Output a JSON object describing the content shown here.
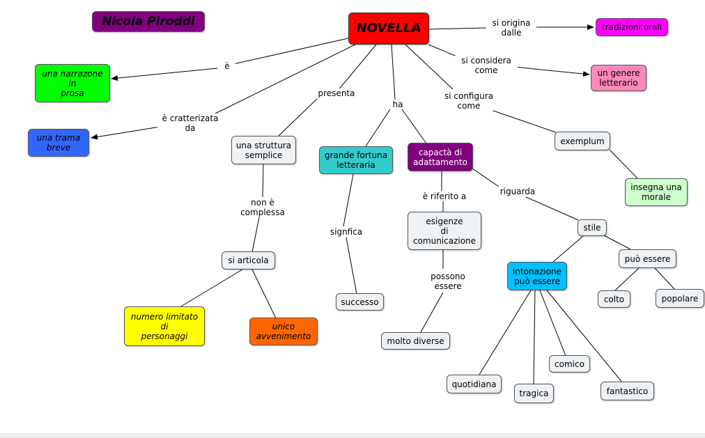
{
  "nodes": {
    "author": {
      "text": "Nicola Piroddi",
      "bg": "#800080"
    },
    "novella": {
      "text": "NOVELLA",
      "bg": "#ff0000"
    },
    "tradizioni": {
      "text": "tradizioni orali",
      "bg": "#ff00ff"
    },
    "genere": {
      "text": "un genere\nletterario",
      "bg": "#ff88bb"
    },
    "narrazione": {
      "text": "una narrazone\nin\nprosa",
      "bg": "#00ff00"
    },
    "trama": {
      "text": "una trama\nbreve",
      "bg": "#3366ff"
    },
    "struttura": {
      "text": "una struttura\nsemplice",
      "bg": "#eef2f5"
    },
    "fortuna": {
      "text": "grande fortuna\nletteraria",
      "bg": "#33cccc"
    },
    "capacita": {
      "text": "capactà di\nadattamento",
      "bg": "#800080"
    },
    "exemplum": {
      "text": "exemplum",
      "bg": "#eef2f5"
    },
    "insegna": {
      "text": "insegna una\nmorale",
      "bg": "#ccffcc"
    },
    "articola": {
      "text": "si articola",
      "bg": "#eef2f5"
    },
    "numero": {
      "text": "numero limitato\ndi\npersonaggi",
      "bg": "#ffff00"
    },
    "unico": {
      "text": "unico\navvenimento",
      "bg": "#ff6600"
    },
    "successo": {
      "text": "successo",
      "bg": "#eef2f5"
    },
    "esigenze": {
      "text": "esigenze\ndi\ncomunicazione",
      "bg": "#eef2f5"
    },
    "molto": {
      "text": "molto diverse",
      "bg": "#eef2f5"
    },
    "stile": {
      "text": "stile",
      "bg": "#eef2f5"
    },
    "intonazione": {
      "text": "intonazione\npuò essere",
      "bg": "#00bfff"
    },
    "puo": {
      "text": "può essere",
      "bg": "#eef2f5"
    },
    "colto": {
      "text": "colto",
      "bg": "#eef2f5"
    },
    "popolare": {
      "text": "popolare",
      "bg": "#eef2f5"
    },
    "quotidiana": {
      "text": "quotidiana",
      "bg": "#eef2f5"
    },
    "tragica": {
      "text": "tragica",
      "bg": "#eef2f5"
    },
    "comico": {
      "text": "comico",
      "bg": "#eef2f5"
    },
    "fantastico": {
      "text": "fantastico",
      "bg": "#eef2f5"
    }
  },
  "links": {
    "origina": "si origina\ndalle",
    "considera": "si considera\ncome",
    "configura": "si configura\ncome",
    "e": "è",
    "caratterizzata": "è cratterizata\nda",
    "presenta": "presenta",
    "ha": "ha",
    "non_complessa": "non è\ncomplessa",
    "signfica": "signfica",
    "riferito": "è riferito a",
    "riguarda": "riguarda",
    "possono": "possono\nessere"
  },
  "colors": {
    "line": "#000000",
    "border": "#555555"
  }
}
